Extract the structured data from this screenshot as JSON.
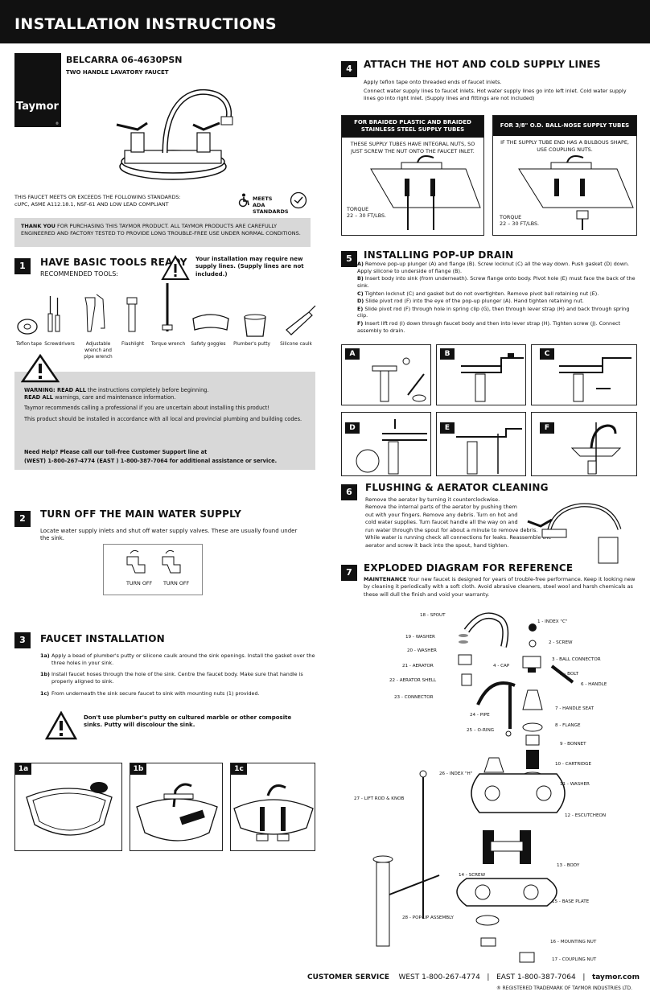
{
  "header": {
    "title": "INSTALLATION INSTRUCTIONS"
  },
  "brand": {
    "logo_text": "Taymor",
    "trademark": "®"
  },
  "product": {
    "model": "BELCARRA 06-4630PSN",
    "subtitle": "TWO HANDLE LAVATORY FAUCET",
    "standards_line1": "THIS FAUCET MEETS OR EXCEEDS THE FOLLOWING STANDARDS:",
    "standards_line2": "cUPC, ASME A112.18.1, NSF-61 AND LOW LEAD COMPLIANT",
    "ada_badge": "MEETS ADA STANDARDS",
    "thanks_bold": "THANK YOU",
    "thanks_text": " FOR PURCHASING THIS TAYMOR PRODUCT. ALL TAYMOR PRODUCTS ARE  CAREFULLY ENGINEERED AND FACTORY TESTED TO PROVIDE LONG TROUBLE-FREE USE UNDER NORMAL CONDITIONS."
  },
  "section1": {
    "number": "1",
    "title": "HAVE BASIC TOOLS READY",
    "subtitle": "RECOMMENDED TOOLS:",
    "note": "Your installation may require new supply lines. (Supply lines are not included.)",
    "tools": [
      "Teflon tape",
      "Screwdrivers",
      "Adjustable wrench and pipe wrench",
      "Flashlight",
      "Torque wrench",
      "Safety goggles",
      "Plumber's putty",
      "Silicone caulk"
    ]
  },
  "warning": {
    "line1_bold": "WARNING: READ ALL",
    "line1": " the instructions completely before beginning.",
    "line2_bold": "READ ALL",
    "line2": " warnings, care and maintenance information.",
    "line3": "Taymor recommends calling a professional if you are uncertain about installing this product!",
    "line4": "This product should be installed in accordance with all local and provincial plumbing and building codes.",
    "help_line1": "Need Help? Please call our toll-free Customer Support line at",
    "help_line2": "(WEST) 1-800-267-4774    (EAST ) 1-800-387-7064 for additional assistance or service."
  },
  "section2": {
    "number": "2",
    "title": "TURN OFF THE MAIN WATER SUPPLY",
    "text": "Locate water supply inlets and shut off water supply valves. These are usually found under the sink.",
    "valve_labels": [
      "TURN OFF",
      "TURN OFF"
    ]
  },
  "section3": {
    "number": "3",
    "title": "FAUCET INSTALLATION",
    "steps": [
      {
        "id": "1a)",
        "text": "Apply a bead of plumber's putty or silicone caulk around the sink openings. Install the gasket over the three holes in your sink."
      },
      {
        "id": "1b)",
        "text": "Install faucet hoses through the hole of the sink. Centre the faucet body. Make sure that handle is properly aligned to sink."
      },
      {
        "id": "1c)",
        "text": "From underneath the sink  secure faucet to sink with mounting nuts (1) provided."
      }
    ],
    "caution": "Don't use plumber's putty on cultured marble or other composite sinks. Putty will discolour the sink.",
    "panels": [
      "1a",
      "1b",
      "1c"
    ]
  },
  "section4": {
    "number": "4",
    "title": "ATTACH THE HOT AND COLD SUPPLY LINES",
    "text1": "Apply teflon tape onto threaded ends of faucet inlets.",
    "text2": "Connect  water supply lines to faucet inlets. Hot water supply lines go into left inlet. Cold water supply lines go into right inlet. (Supply lines and fittings are not included)",
    "left_head": "FOR BRAIDED PLASTIC AND BRAIDED STAINLESS STEEL SUPPLY TUBES",
    "left_text": "THESE SUPPLY TUBES HAVE INTEGRAL NUTS, SO JUST SCREW THE NUT ONTO THE FAUCET INLET.",
    "right_head": "FOR 3/8\" O.D. BALL-NOSE SUPPLY TUBES",
    "right_text": "IF THE SUPPLY TUBE END HAS A BULBOUS SHAPE, USE COUPLING NUTS.",
    "torque_label": "TORQUE",
    "torque_value": "22 – 30 FT/LBS."
  },
  "section5": {
    "number": "5",
    "title": "INSTALLING POP-UP DRAIN",
    "steps": [
      {
        "id": "A)",
        "text": "Remove pop-up plunger (A) and flange (B). Screw locknut (C) all the way down. Push gasket (D) down. Apply silicone to underside of flange (B)."
      },
      {
        "id": "B)",
        "text": "Insert body into sink (from underneath). Screw flange onto body. Pivot hole (E) must face the back of the sink."
      },
      {
        "id": "C)",
        "text": "Tighten locknut (C) and gasket but do not overtighten. Remove pivot ball retaining nut (E)."
      },
      {
        "id": "D)",
        "text": "Slide pivot rod (F) into the eye of the pop-up plunger (A). Hand tighten retaining nut."
      },
      {
        "id": "E)",
        "text": "Slide pivot rod (F) through hole in spring clip (G), then through lever strap (H) and back through spring clip."
      },
      {
        "id": "F)",
        "text": "Insert lift rod (I) down through faucet body and then into lever strap (H). Tighten screw (J). Connect assembly to drain."
      }
    ],
    "panels": [
      "A",
      "B",
      "C",
      "D",
      "E",
      "F"
    ]
  },
  "section6": {
    "number": "6",
    "title": "FLUSHING & AERATOR CLEANING",
    "lines": [
      "Remove the aerator by turning it counterclockwise.",
      "Remove the internal parts of the aerator by pushing them",
      "out with your fingers. Remove any debris. Turn on hot and",
      "cold water supplies. Turn faucet handle all the way on and",
      "run water through the spout for about a minute to remove debris.",
      "While water is running check all connections for leaks. Reassemble the",
      "aerator and screw it back into the spout, hand tighten."
    ]
  },
  "section7": {
    "number": "7",
    "title": "EXPLODED DIAGRAM FOR REFERENCE",
    "maint_bold": "MAINTENANCE",
    "maint_text": " Your new faucet is designed for years of trouble-free performance. Keep it looking new by cleaning it periodically with a soft cloth. Avoid abrasive cleaners, steel wool and harsh chemicals as these will dull the finish and void your warranty.",
    "parts": {
      "p1": "1 - INDEX \"C\"",
      "p2": "2 - SCREW",
      "p3": "3 - BALL CONNECTOR",
      "p4": "4 - CAP",
      "p5": "5 - BOLT",
      "p6": "6 - HANDLE",
      "p7": "7 - HANDLE SEAT",
      "p8": "8 - FLANGE",
      "p9": "9 - BONNET",
      "p10": "10 - CARTRIDGE",
      "p11": "11 - WASHER",
      "p12": "12 - ESCUTCHEON",
      "p13": "13 - BODY",
      "p14": "14 - SCREW",
      "p15": "15 - BASE PLATE",
      "p16": "16 - MOUNTING NUT",
      "p17": "17 - COUPLING NUT",
      "p18": "18 - SPOUT",
      "p19": "19 - WASHER",
      "p20": "20 - WASHER",
      "p21": "21 - AERATOR",
      "p22": "22 - AERATOR SHELL",
      "p23": "23 - CONNECTOR",
      "p24": "24 - PIPE",
      "p25": "25 – O-RING",
      "p26": "26 - INDEX \"H\"",
      "p27": "27 - LIFT ROD & KNOB",
      "p28": "28 - POP-UP ASSEMBLY"
    }
  },
  "footer": {
    "service_label": "CUSTOMER SERVICE",
    "west": "WEST 1-800-267-4774",
    "sep": "|",
    "east": "EAST 1-800-387-7064",
    "site": "taymor.com",
    "trademark_line": "® REGISTERED TRADEMARK OF TAYMOR INDUSTRIES LTD."
  }
}
